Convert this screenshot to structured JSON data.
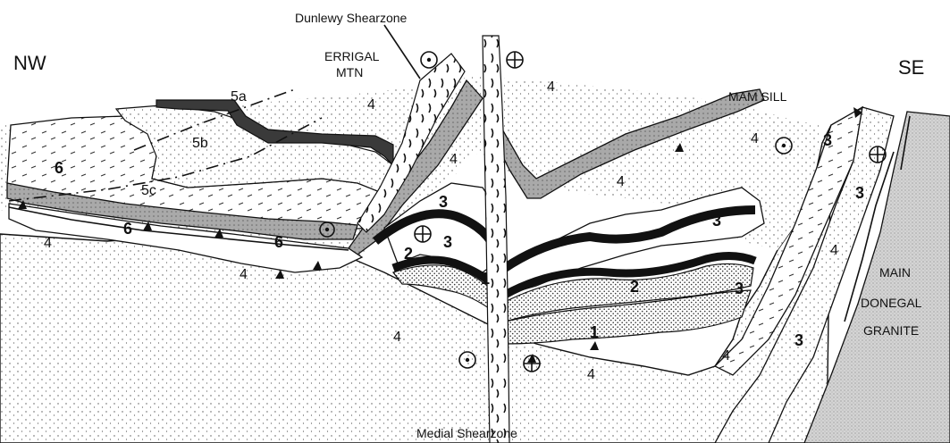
{
  "labels": {
    "nw": "NW",
    "se": "SE",
    "dunlewy": "Dunlewy Shearzone",
    "errigal_1": "ERRIGAL",
    "errigal_2": "MTN",
    "mam_sill": "MAM SILL",
    "medial": "Medial Shearzone",
    "granite_1": "MAIN",
    "granite_2": "DONEGAL",
    "granite_3": "GRANITE"
  },
  "units": {
    "u1": "1",
    "u2": "2",
    "u3": "3",
    "u4": "4",
    "u5a": "5a",
    "u5b": "5b",
    "u5c": "5c",
    "u6": "6"
  },
  "colors": {
    "ink": "#111111",
    "stipple": "#555555",
    "dense_stipple": "#333333",
    "sill_grey": "#aaaaaa",
    "granite_grey": "#cfcfcf"
  },
  "symbols": {
    "out_of_section": "dot-in-circle",
    "into_section": "plus-in-circle"
  }
}
